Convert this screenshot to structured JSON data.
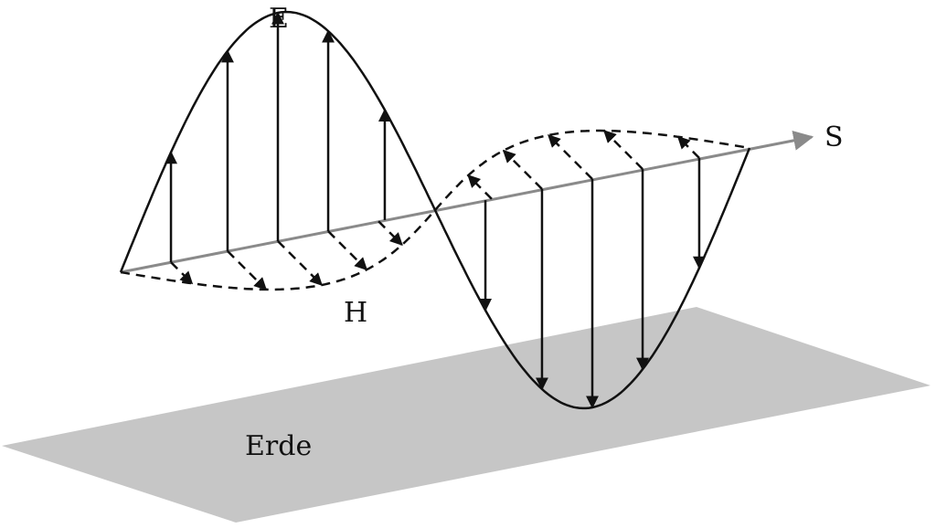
{
  "labels": {
    "e_field": "E",
    "h_field": "H",
    "direction": "S",
    "ground": "Erde"
  },
  "colors": {
    "ground": "#c6c6c6",
    "axis": "#8a8a8a",
    "line": "#111111",
    "background": "#ffffff"
  }
}
